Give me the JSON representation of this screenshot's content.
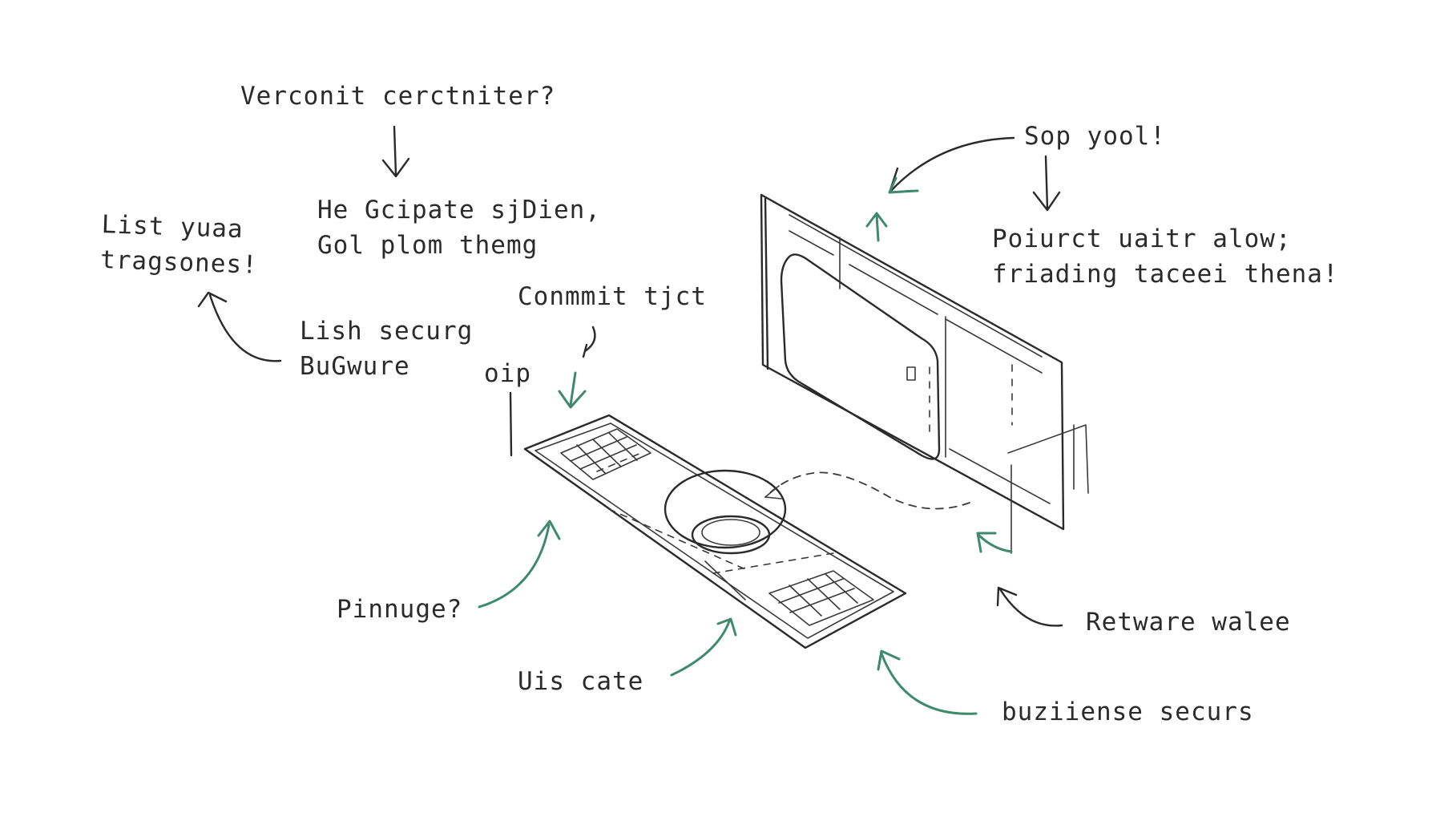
{
  "notes": {
    "top_question": "Verconit cerctniter?",
    "middle_left_l1": "He Gcipate sjDien,",
    "middle_left_l2": "Gol plom themg",
    "left_l1": "List yuaa",
    "left_l2": "tragsones!",
    "left_mid_l1": "Lish securg",
    "left_mid_l2": "BuGwure",
    "commit_label": "Conmmit tjct",
    "oip_label": "oip",
    "top_right": "Sop yool!",
    "right_l1": "Poiurct uaitr alow;",
    "right_l2": "friading taceei thena!",
    "bottom_left_q": "Pinnuge?",
    "bottom_mid": "Uis cate",
    "bottom_right_1": "Retware walee",
    "bottom_right_2": "buziiense securs"
  },
  "colors": {
    "ink": "#2a2a2a",
    "accent_green": "#3f8a6c",
    "background": "#ffffff"
  }
}
